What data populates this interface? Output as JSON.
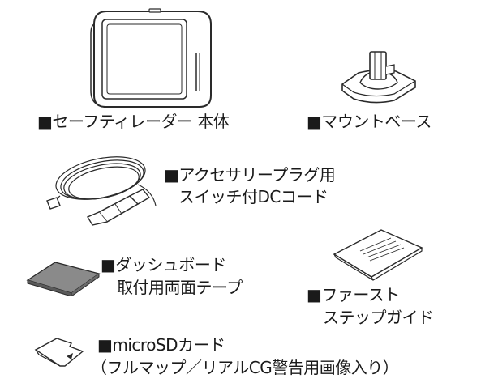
{
  "items": [
    {
      "lines": [
        "■セーフティレーダー 本体"
      ],
      "illustration": "radar-detector-unit"
    },
    {
      "lines": [
        "■マウントベース"
      ],
      "illustration": "mount-base"
    },
    {
      "lines": [
        "■アクセサリープラグ用",
        "スイッチ付DCコード"
      ],
      "illustration": "dc-cord"
    },
    {
      "lines": [
        "■ダッシュボード",
        "取付用両面テープ"
      ],
      "illustration": "double-sided-tape"
    },
    {
      "lines": [
        "■ファースト",
        "ステップガイド"
      ],
      "illustration": "first-step-guide"
    },
    {
      "lines": [
        "■microSDカード",
        "（フルマップ／リアルCG警告用画像入り）"
      ],
      "illustration": "microsd-card"
    }
  ]
}
